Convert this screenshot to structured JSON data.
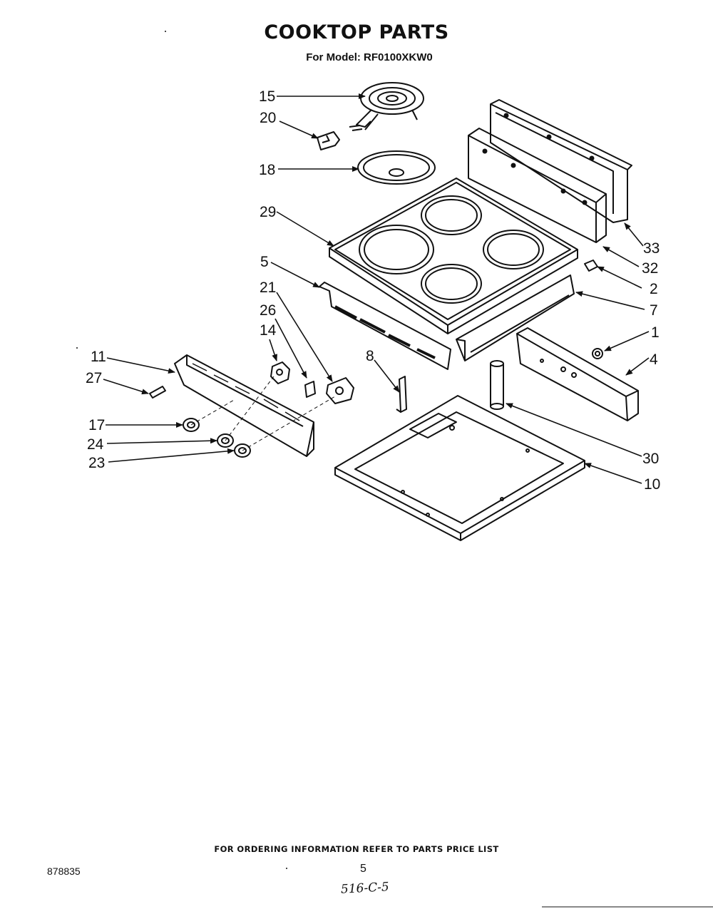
{
  "header": {
    "title": "COOKTOP PARTS",
    "model_label": "For Model: RF0100XKW0"
  },
  "callouts": [
    "15",
    "20",
    "18",
    "29",
    "5",
    "21",
    "26",
    "14",
    "11",
    "27",
    "17",
    "24",
    "23",
    "8",
    "33",
    "32",
    "2",
    "7",
    "1",
    "4",
    "30",
    "10"
  ],
  "footer": {
    "ordering_note": "FOR ORDERING INFORMATION REFER TO PARTS PRICE LIST",
    "doc_number": "878835",
    "page_number": "5",
    "handwritten_note": "516-C-5"
  }
}
